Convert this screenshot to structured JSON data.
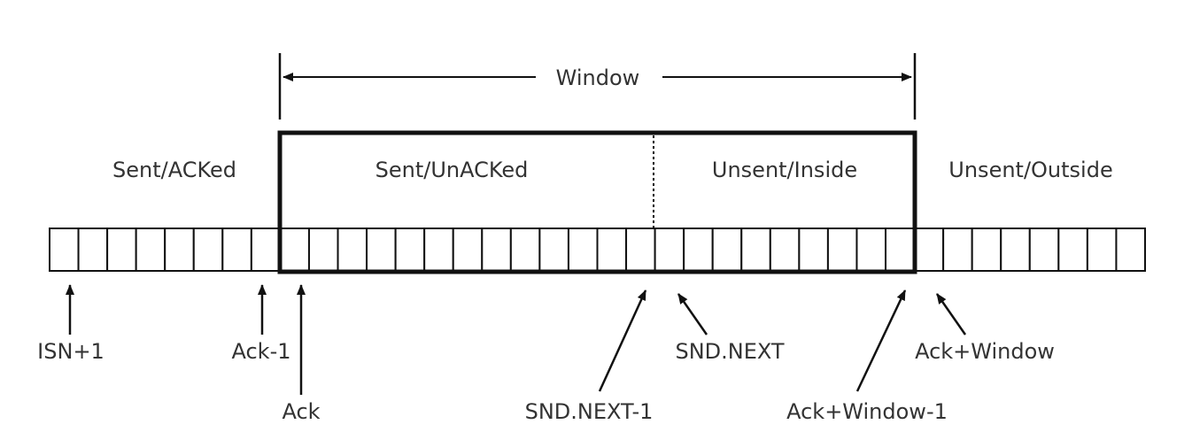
{
  "window_label": "Window",
  "regions": {
    "sent_acked": "Sent/ACKed",
    "sent_unacked": "Sent/UnACKed",
    "unsent_inside": "Unsent/Inside",
    "unsent_outside": "Unsent/Outside"
  },
  "pointers": {
    "isn_plus_1": "ISN+1",
    "ack_minus_1": "Ack-1",
    "ack": "Ack",
    "snd_next_minus_1": "SND.NEXT-1",
    "snd_next": "SND.NEXT",
    "ack_window_minus_1": "Ack+Window-1",
    "ack_window": "Ack+Window"
  },
  "sequence": {
    "total_cells": 38,
    "window_start_cell": 8,
    "snd_next_cell": 21,
    "window_end_cell": 30
  }
}
